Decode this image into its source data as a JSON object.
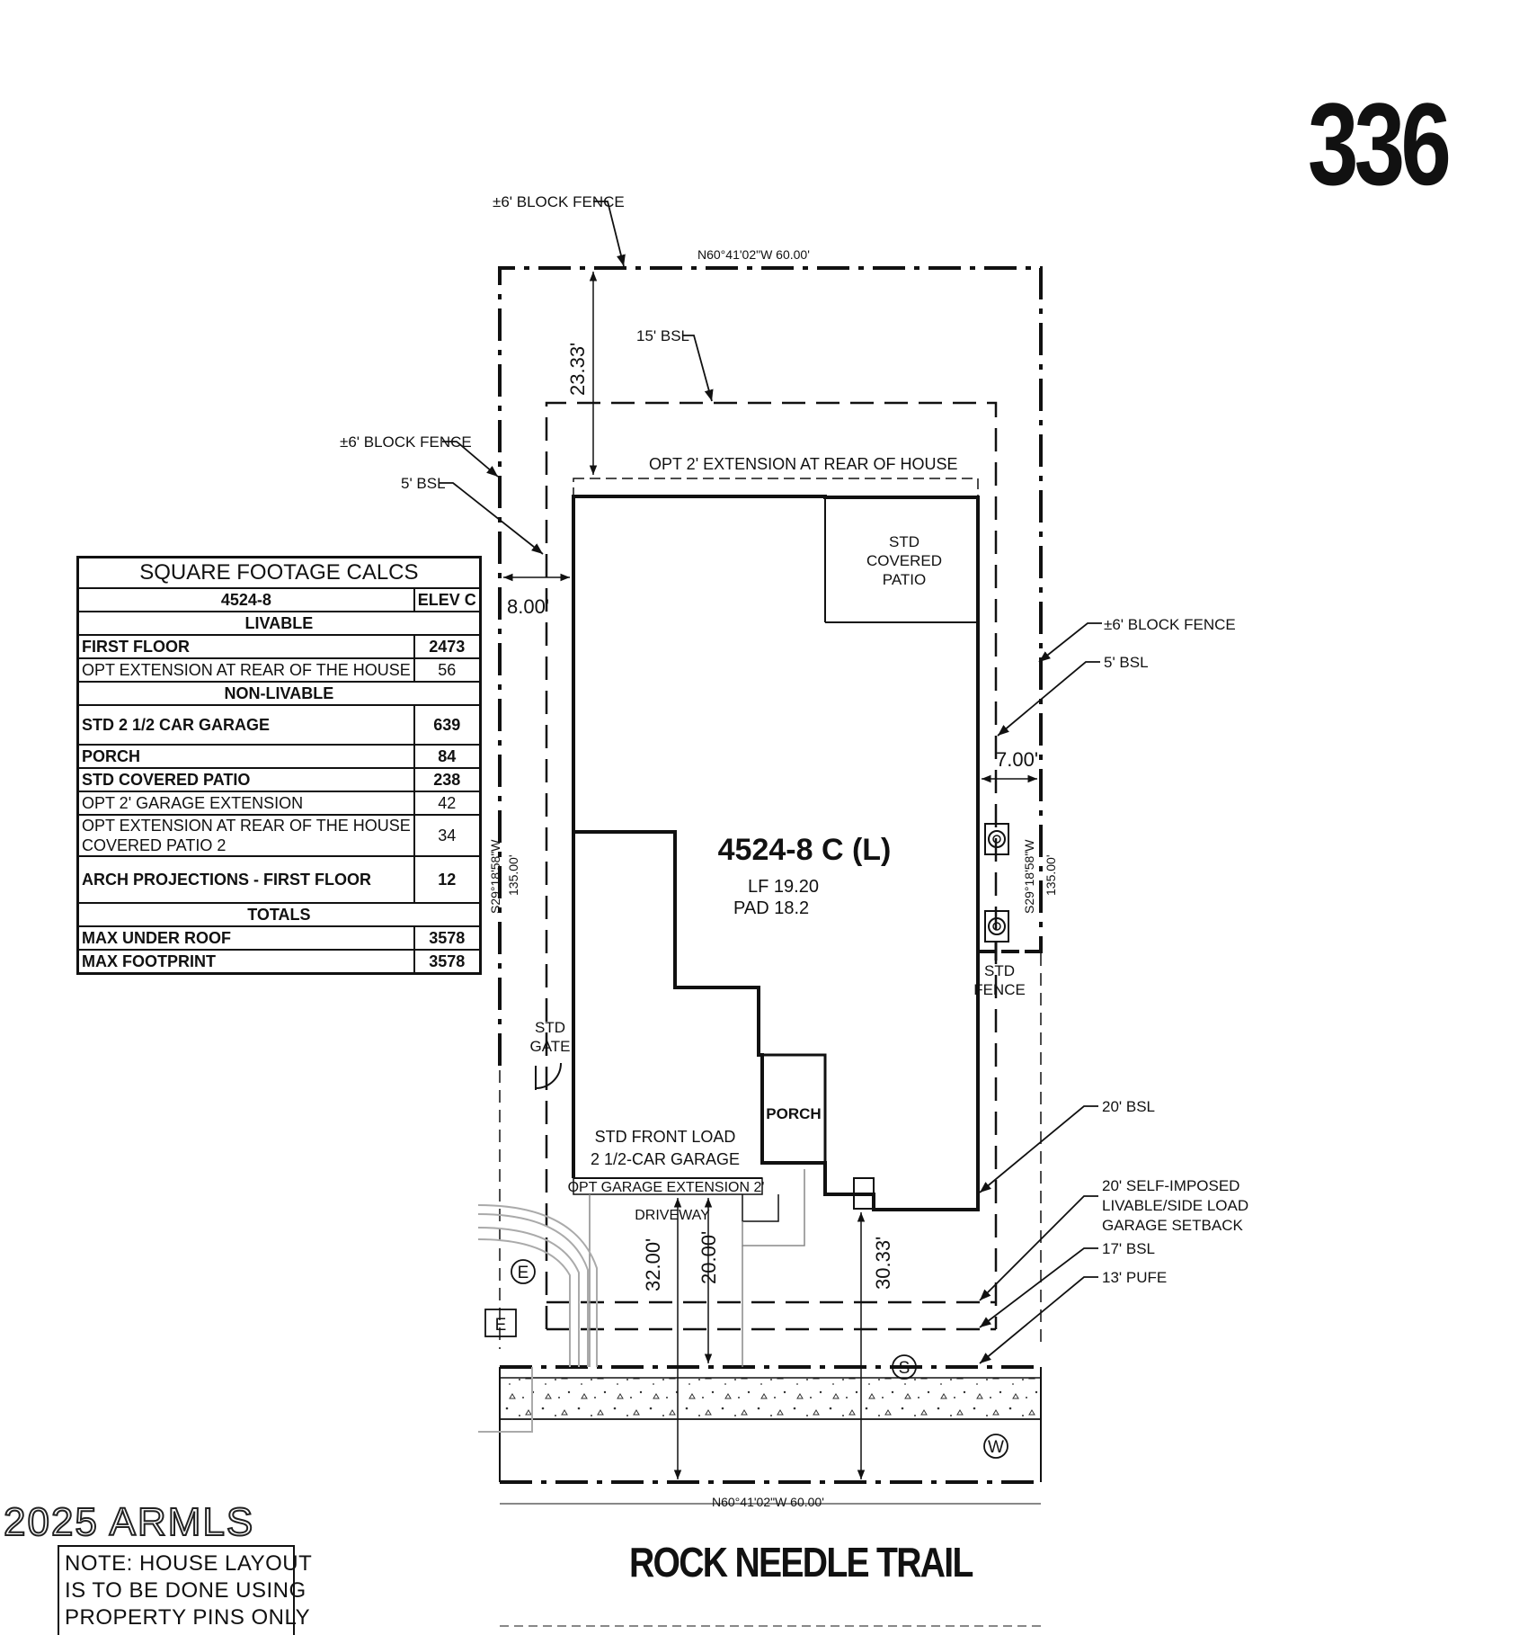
{
  "lot_number": "336",
  "street_name": "ROCK NEEDLE TRAIL",
  "plan": {
    "model_label": "4524-8 C (L)",
    "lf": "LF 19.20",
    "pad": "PAD 18.2"
  },
  "labels": {
    "block_fence_top": "±6' BLOCK FENCE",
    "block_fence_left": "±6' BLOCK FENCE",
    "block_fence_right": "±6' BLOCK FENCE",
    "bsl_15": "15' BSL",
    "bsl_5_left": "5' BSL",
    "bsl_5_right": "5' BSL",
    "bsl_20": "20' BSL",
    "self_imposed_1": "20' SELF-IMPOSED",
    "self_imposed_2": "LIVABLE/SIDE LOAD",
    "self_imposed_3": "GARAGE SETBACK",
    "bsl_17": "17' BSL",
    "pufe_13": "13' PUFE",
    "opt_extension": "OPT 2' EXTENSION AT REAR OF HOUSE",
    "patio_1": "STD",
    "patio_2": "COVERED",
    "patio_3": "PATIO",
    "std_gate_1": "STD",
    "std_gate_2": "GATE",
    "std_fence_1": "STD",
    "std_fence_2": "FENCE",
    "porch": "PORCH",
    "garage_1": "STD FRONT LOAD",
    "garage_2": "2 1/2-CAR GARAGE",
    "garage_ext": "OPT GARAGE EXTENSION 2'",
    "driveway": "DRIVEWAY",
    "marker_e_circle": "E",
    "marker_e_box": "E",
    "marker_s": "S",
    "marker_w": "W"
  },
  "dimensions": {
    "top_bearing": "N60°41'02\"W  60.00'",
    "bottom_bearing": "N60°41'02\"W  60.00'",
    "left_bearing": "S29°18'58\"W",
    "left_length": "135.00'",
    "right_bearing": "S29°18'58\"W",
    "right_length": "135.00'",
    "rear_setback": "23.33'",
    "left_side": "8.00'",
    "right_side": "7.00'",
    "front_32": "32.00'",
    "front_20": "20.00'",
    "front_30": "30.33'"
  },
  "sqft_table": {
    "title": "SQUARE FOOTAGE CALCS",
    "plan_header": "4524-8",
    "elev_header": "ELEV C",
    "livable_header": "LIVABLE",
    "livable": [
      {
        "label": "FIRST FLOOR",
        "value": "2473"
      },
      {
        "label": "OPT EXTENSION AT REAR OF THE HOUSE",
        "value": "56"
      }
    ],
    "non_livable_header": "NON-LIVABLE",
    "non_livable": [
      {
        "label": "STD 2 1/2 CAR GARAGE",
        "value": "639"
      },
      {
        "label": "PORCH",
        "value": "84"
      },
      {
        "label": "STD COVERED PATIO",
        "value": "238"
      },
      {
        "label": "OPT 2' GARAGE EXTENSION",
        "value": "42"
      },
      {
        "label": "OPT EXTENSION AT REAR OF THE HOUSE",
        "label_2": "COVERED PATIO 2",
        "value": "34"
      },
      {
        "label": "ARCH PROJECTIONS - FIRST FLOOR",
        "value": "12"
      }
    ],
    "totals_header": "TOTALS",
    "totals": [
      {
        "label": "MAX UNDER ROOF",
        "value": "3578"
      },
      {
        "label": "MAX FOOTPRINT",
        "value": "3578"
      }
    ]
  },
  "note": {
    "line1": "NOTE: HOUSE LAYOUT",
    "line2": "IS TO BE DONE USING",
    "line3": "PROPERTY PINS ONLY"
  },
  "watermark": "2025 ARMLS"
}
